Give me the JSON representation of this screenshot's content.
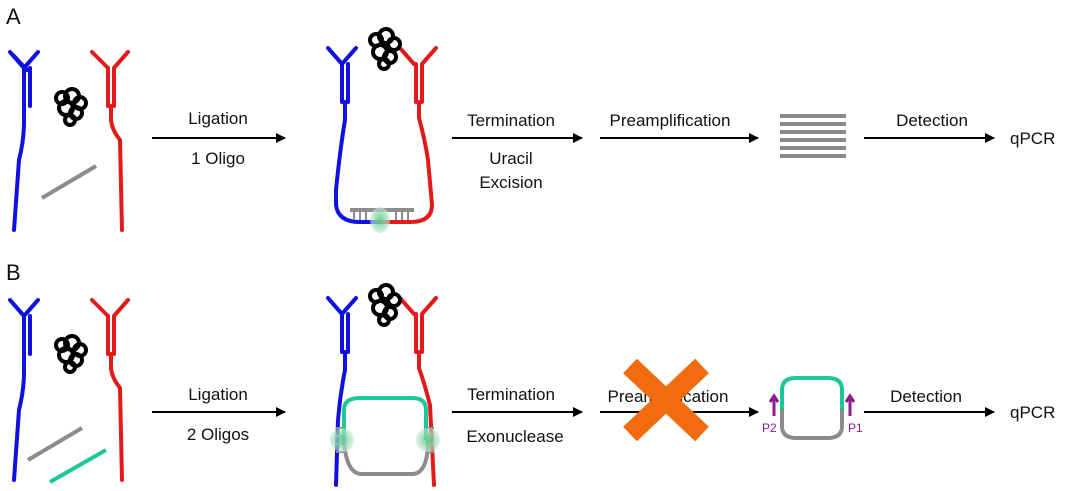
{
  "panel_a": {
    "letter": "A",
    "step1": {
      "title": "Ligation",
      "sub": "1 Oligo"
    },
    "step2": {
      "title": "Termination",
      "sub1": "Uracil",
      "sub2": "Excision"
    },
    "step3": {
      "title": "Preamplification"
    },
    "step4": {
      "title": "Detection",
      "result": "qPCR"
    }
  },
  "panel_b": {
    "letter": "B",
    "step1": {
      "title": "Ligation",
      "sub": "2 Oligos"
    },
    "step2": {
      "title": "Termination",
      "sub": "Exonuclease"
    },
    "step3": {
      "title": "Preamplification"
    },
    "step4": {
      "title": "Detection",
      "result": "qPCR"
    },
    "primer_left": "P2",
    "primer_right": "P1"
  },
  "colors": {
    "antibody_1": "#1010e0",
    "antibody_2": "#e41a1a",
    "target_protein": "#000000",
    "oligo_splint": "#8c8c8c",
    "oligo_second": "#1cc79a",
    "ligase": "#7fd6a0",
    "primer": "#8b1a8b",
    "blocked_mark": "#f26b0f",
    "text": "#111111"
  }
}
